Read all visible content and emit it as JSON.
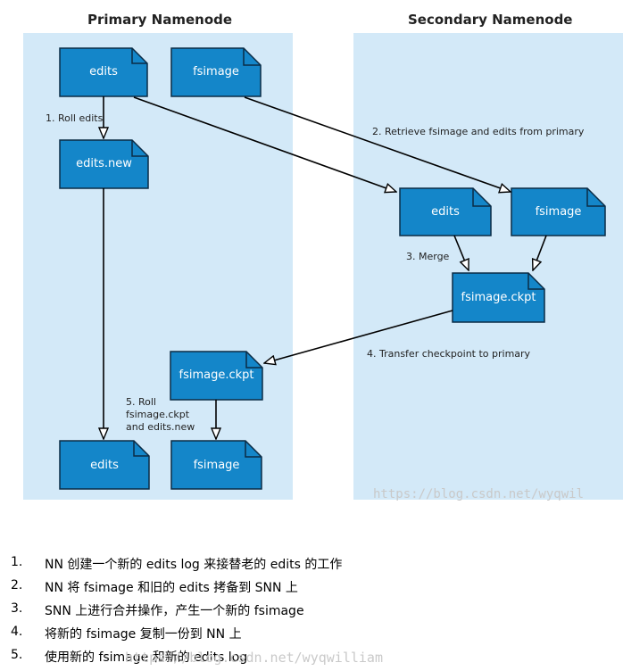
{
  "columns": {
    "primary_title": "Primary Namenode",
    "secondary_title": "Secondary Namenode"
  },
  "documents": {
    "primary_edits": "edits",
    "primary_fsimage": "fsimage",
    "edits_new": "edits.new",
    "secondary_edits": "edits",
    "secondary_fsimage": "fsimage",
    "secondary_ckpt": "fsimage.ckpt",
    "primary_ckpt": "fsimage.ckpt",
    "primary_edits_final": "edits",
    "primary_fsimage_final": "fsimage"
  },
  "step_labels": {
    "roll_edits": "1. Roll edits",
    "retrieve": "2. Retrieve fsimage and edits from primary",
    "merge": "3. Merge",
    "transfer": "4. Transfer checkpoint to primary",
    "roll_ckpt": "5. Roll\nfsimage.ckpt\nand edits.new"
  },
  "steps": [
    {
      "num": "1.",
      "text": "NN 创建一个新的 edits log 来接替老的 edits 的工作"
    },
    {
      "num": "2.",
      "text": "NN 将 fsimage 和旧的 edits 拷备到 SNN 上"
    },
    {
      "num": "3.",
      "text": "SNN 上进行合并操作，产生一个新的 fsimage"
    },
    {
      "num": "4.",
      "text": "将新的 fsimage 复制一份到 NN 上"
    },
    {
      "num": "5.",
      "text": "使用新的 fsimage 和新的 edits log"
    }
  ],
  "watermarks": {
    "diagram": "https://blog.csdn.net/wyqwil",
    "bottom": "https://blog.csdn.net/wyqwilliam"
  },
  "colors": {
    "panel": "#d3e9f8",
    "doc_fill": "#1486c9",
    "doc_stroke": "#0b2c46",
    "arrow": "#000000"
  }
}
